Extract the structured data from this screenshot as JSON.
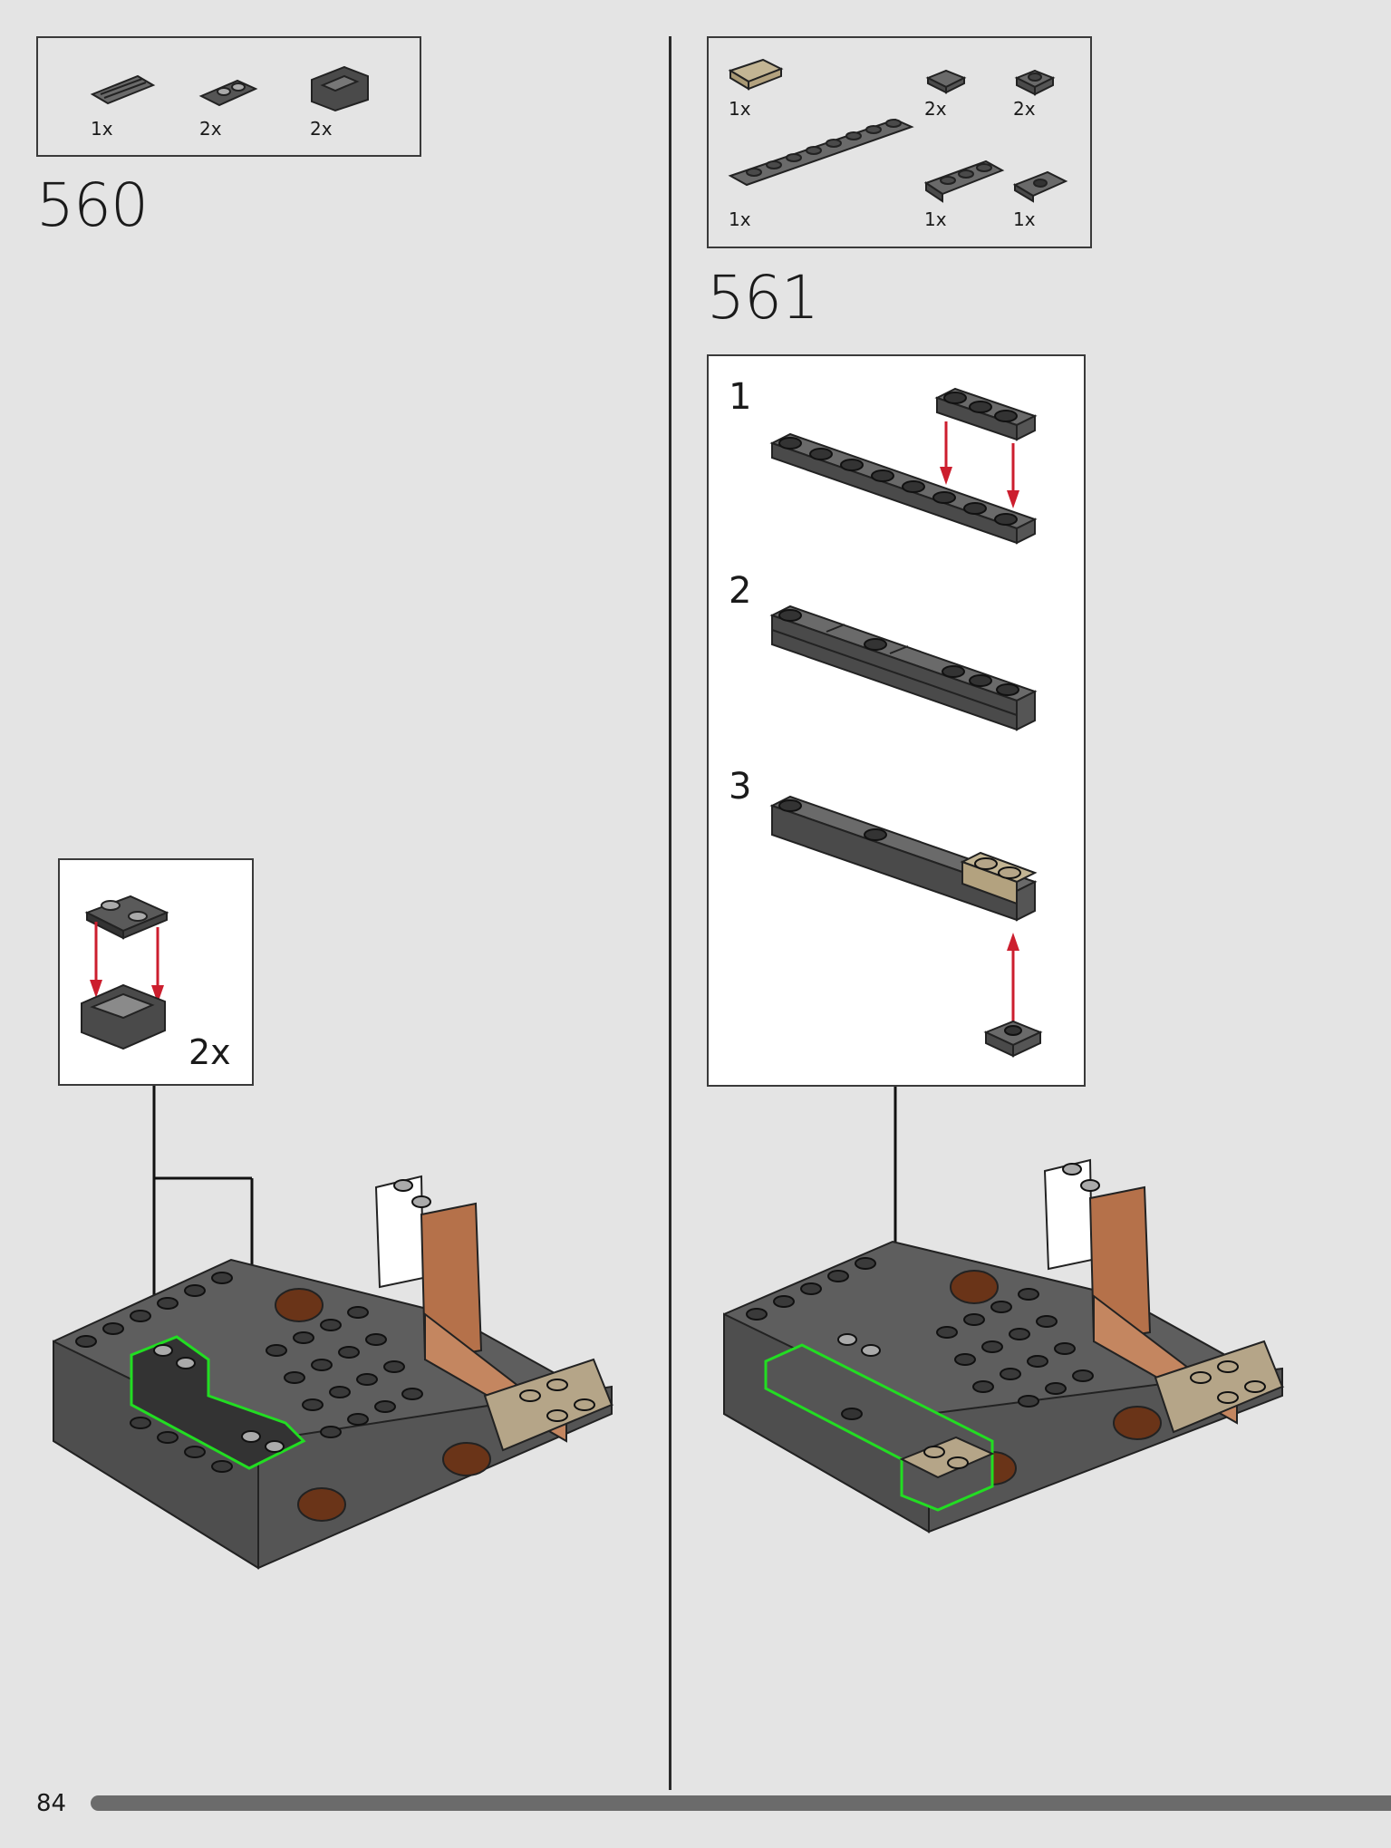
{
  "page": {
    "number": "84"
  },
  "step560": {
    "number": "560",
    "parts": [
      {
        "qty": "1x",
        "icon": "grille-tile-icon"
      },
      {
        "qty": "2x",
        "icon": "clip-plate-icon"
      },
      {
        "qty": "2x",
        "icon": "bracket-icon"
      }
    ],
    "callout": {
      "multiplier": "2x"
    }
  },
  "step561": {
    "number": "561",
    "parts": [
      {
        "qty": "1x",
        "icon": "tan-plate-1x2-icon"
      },
      {
        "qty": "2x",
        "icon": "gray-tile-1x1-icon"
      },
      {
        "qty": "2x",
        "icon": "gray-plate-1x1-icon"
      },
      {
        "qty": "1x",
        "icon": "gray-plate-1x8-icon"
      },
      {
        "qty": "1x",
        "icon": "gray-plate-1x3-icon"
      },
      {
        "qty": "1x",
        "icon": "jumper-plate-icon"
      }
    ],
    "substeps": [
      "1",
      "2",
      "3"
    ]
  },
  "colors": {
    "highlight": "#22dd22",
    "arrow": "#cc1e2e",
    "dark_gray": "#585858",
    "mid_gray": "#6e6e6e",
    "tan": "#b5a588",
    "brown": "#c07850",
    "reddish_brown": "#6a3418"
  }
}
